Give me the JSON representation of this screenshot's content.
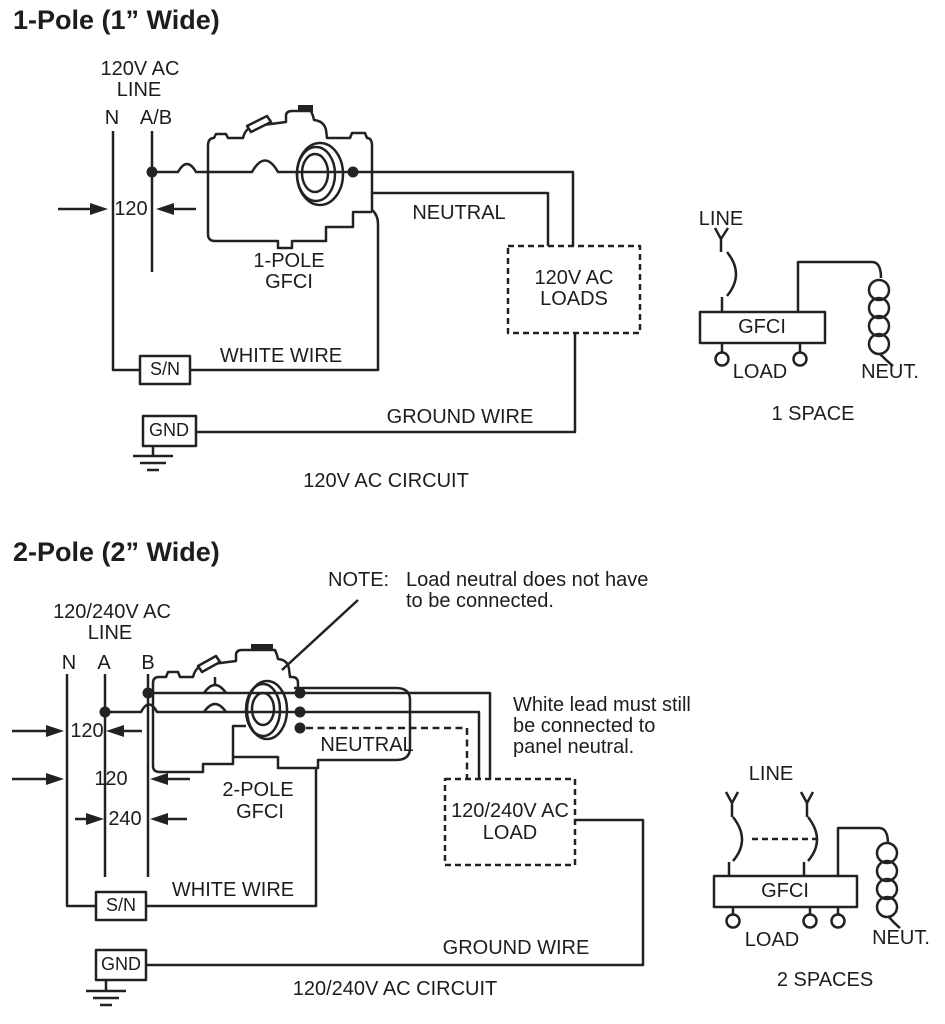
{
  "colors": {
    "ink": "#222222",
    "background": "#ffffff"
  },
  "sections": {
    "pole1": {
      "heading": "1-Pole (1” Wide)",
      "line_label": [
        "120V AC",
        "LINE"
      ],
      "bus": {
        "n": "N",
        "ab": "A/B"
      },
      "dim": "120",
      "breaker": [
        "1-POLE",
        "GFCI"
      ],
      "neutral": "NEUTRAL",
      "loads_box": [
        "120V AC",
        "LOADS"
      ],
      "sn": "S/N",
      "white_wire": "WHITE WIRE",
      "gnd": "GND",
      "ground_wire": "GROUND WIRE",
      "circuit": "120V AC CIRCUIT",
      "schematic": {
        "line": "LINE",
        "gfci": "GFCI",
        "load": "LOAD",
        "neut": "NEUT.",
        "spaces": "1 SPACE"
      }
    },
    "pole2": {
      "heading": "2-Pole (2” Wide)",
      "note": {
        "label": "NOTE:",
        "lines": [
          "Load neutral does not have",
          "to be connected."
        ]
      },
      "line_label": [
        "120/240V AC",
        "LINE"
      ],
      "bus": {
        "n": "N",
        "a": "A",
        "b": "B"
      },
      "dims": [
        "120",
        "120",
        "240"
      ],
      "breaker": [
        "2-POLE",
        "GFCI"
      ],
      "neutral": "NEUTRAL",
      "white_lead": [
        "White lead must still",
        "be connected to",
        "panel neutral."
      ],
      "load_box": [
        "120/240V AC",
        "LOAD"
      ],
      "sn": "S/N",
      "white_wire": "WHITE WIRE",
      "gnd": "GND",
      "ground_wire": "GROUND WIRE",
      "circuit": "120/240V AC CIRCUIT",
      "schematic": {
        "line": "LINE",
        "gfci": "GFCI",
        "load": "LOAD",
        "neut": "NEUT.",
        "spaces": "2 SPACES"
      }
    }
  }
}
